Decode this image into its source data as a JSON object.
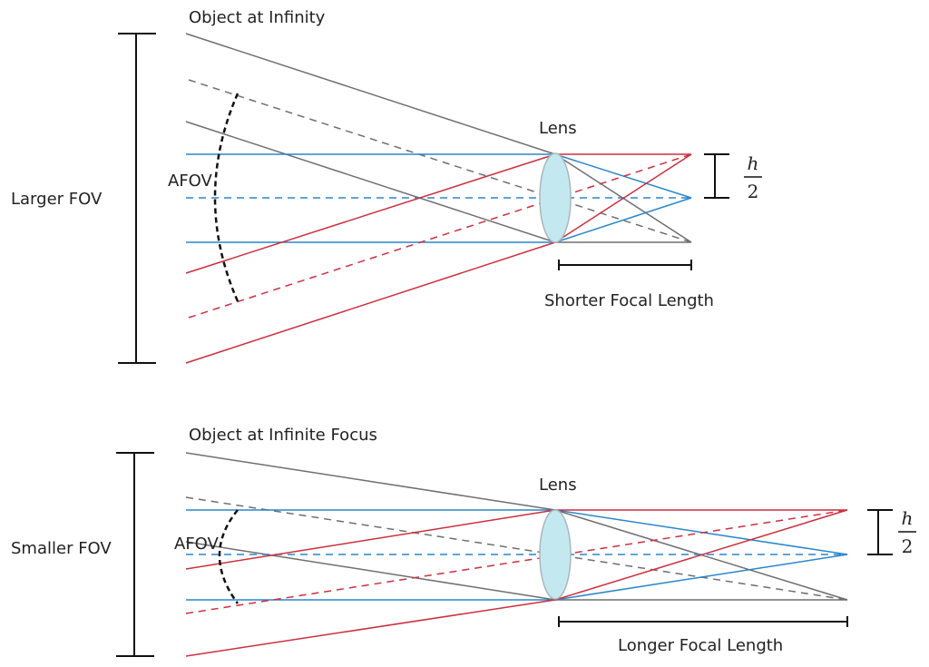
{
  "colors": {
    "gray": "#6f6f6f",
    "blue": "#2a86cc",
    "red": "#cc2f3f",
    "black": "#111111",
    "lens_fill": "#c4e8f0",
    "lens_stroke": "#a9b7bd"
  },
  "top": {
    "object_label": "Object at Infinity",
    "fov_label": "Larger FOV",
    "afov_label": "AFOV",
    "lens_label": "Lens",
    "focal_label": "Shorter Focal Length",
    "h_numerator": "h",
    "h_denominator": "2"
  },
  "bottom": {
    "object_label": "Object at Infinite Focus",
    "fov_label": "Smaller FOV",
    "afov_label": "AFOV",
    "lens_label": "Lens",
    "focal_label": "Longer Focal Length",
    "h_numerator": "h",
    "h_denominator": "2"
  }
}
